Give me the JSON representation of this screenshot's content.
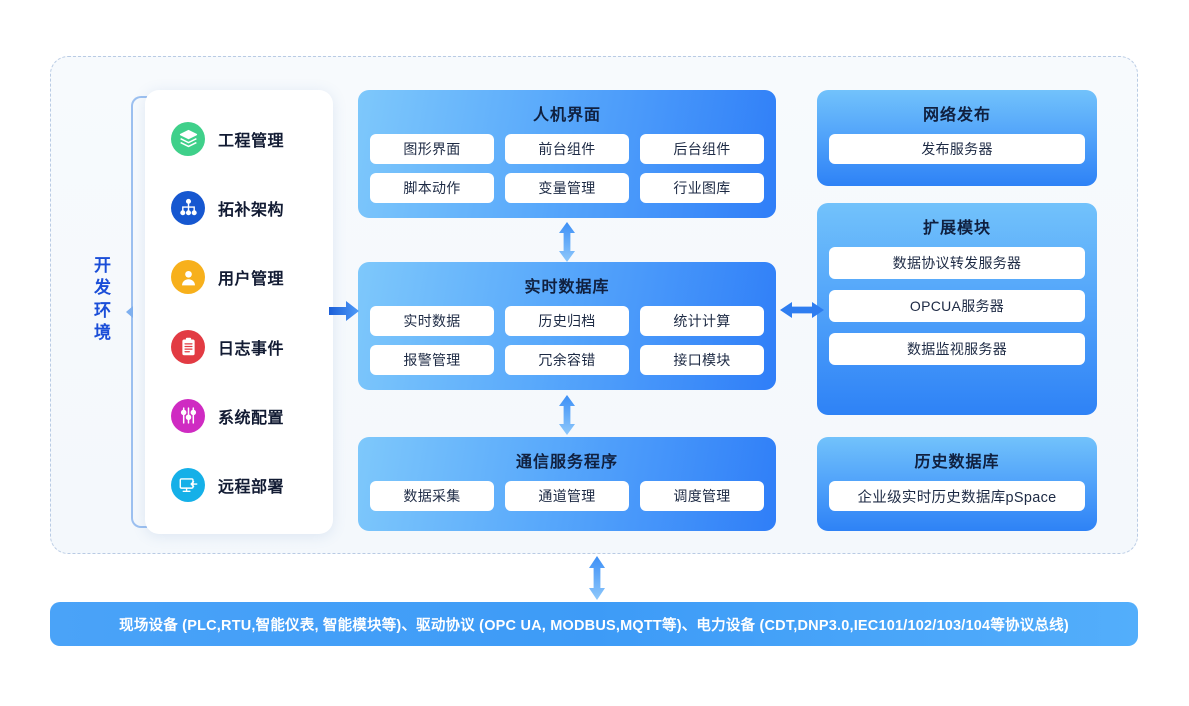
{
  "environment": {
    "label": "开发环境"
  },
  "sidebar": {
    "items": [
      {
        "label": "工程管理",
        "icon": "layers-icon",
        "color": "#3fd08a"
      },
      {
        "label": "拓补架构",
        "icon": "hierarchy-icon",
        "color": "#1657d0"
      },
      {
        "label": "用户管理",
        "icon": "user-icon",
        "color": "#f7b01c"
      },
      {
        "label": "日志事件",
        "icon": "clipboard-icon",
        "color": "#e23b43"
      },
      {
        "label": "系统配置",
        "icon": "sliders-icon",
        "color": "#cf2bc2"
      },
      {
        "label": "远程部署",
        "icon": "monitor-icon",
        "color": "#15b0e8"
      }
    ]
  },
  "panels": {
    "hmi": {
      "title": "人机界面",
      "rows": [
        [
          "图形界面",
          "前台组件",
          "后台组件"
        ],
        [
          "脚本动作",
          "变量管理",
          "行业图库"
        ]
      ]
    },
    "realtime_db": {
      "title": "实时数据库",
      "rows": [
        [
          "实时数据",
          "历史归档",
          "统计计算"
        ],
        [
          "报警管理",
          "冗余容错",
          "接口模块"
        ]
      ]
    },
    "communication": {
      "title": "通信服务程序",
      "rows": [
        [
          "数据采集",
          "通道管理",
          "调度管理"
        ]
      ]
    },
    "web_publish": {
      "title": "网络发布",
      "items": [
        "发布服务器"
      ]
    },
    "extension": {
      "title": "扩展模块",
      "items": [
        "数据协议转发服务器",
        "OPCUA服务器",
        "数据监视服务器"
      ]
    },
    "history_db": {
      "title": "历史数据库",
      "items": [
        "企业级实时历史数据库pSpace"
      ]
    }
  },
  "arrows": {
    "hmi_to_rtdb": "double-arrow-vertical-icon",
    "rtdb_to_comm": "double-arrow-vertical-icon",
    "rtdb_to_extension": "double-arrow-horizontal-icon",
    "env_to_rtdb": "arrow-right-icon",
    "container_to_banner": "double-arrow-vertical-icon"
  },
  "banner": {
    "text": "现场设备 (PLC,RTU,智能仪表, 智能模块等)、驱动协议 (OPC UA, MODBUS,MQTT等)、电力设备 (CDT,DNP3.0,IEC101/102/103/104等协议总线)"
  },
  "colors": {
    "accent_blue": "#2f7ef8",
    "banner_blue": "#4aa3f8",
    "label_blue": "#1b4ed8",
    "title_navy": "#10203f",
    "dashed_border": "#b9cbe4"
  }
}
